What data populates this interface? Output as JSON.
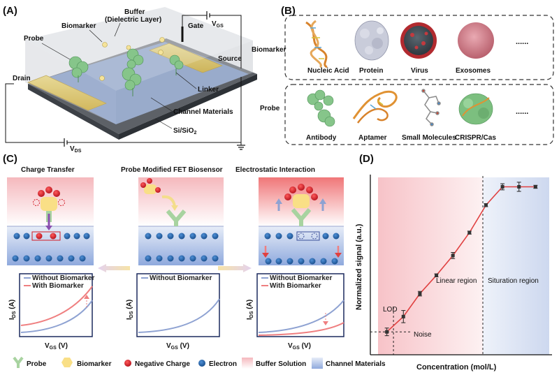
{
  "panel_labels": {
    "a": "(A)",
    "b": "(B)",
    "c": "(C)",
    "d": "(D)"
  },
  "panel_a": {
    "buffer_line1": "Buffer",
    "buffer_line2": "(Dielectric Layer)",
    "gate": "Gate",
    "vgs": "V",
    "vgs_sub": "GS",
    "biomarker": "Biomarker",
    "probe": "Probe",
    "source": "Source",
    "drain": "Drain",
    "linker": "Linker",
    "channel": "Channel Materials",
    "substrate": "Si/SiO",
    "substrate_sub": "2",
    "vds": "V",
    "vds_sub": "DS"
  },
  "panel_b": {
    "biomarker_label": "Biomarker",
    "probe_label": "Probe",
    "biomarkers": [
      "Nucleic Acid",
      "Protein",
      "Virus",
      "Exosomes"
    ],
    "probes": [
      "Antibody",
      "Aptamer",
      "Small Molecules",
      "CRISPR/Cas"
    ],
    "more": "......"
  },
  "panel_c": {
    "titles": [
      "Charge Transfer",
      "Probe Modified FET Biosensor",
      "Electrostatic Interaction"
    ],
    "without": "Without Biomarker",
    "with": "With Biomarker",
    "ylabel": "I",
    "ylabel_sub": "DS",
    "ylabel_unit": "(A)",
    "xlabel": "V",
    "xlabel_sub": "GS",
    "xlabel_unit": "(V)",
    "legend": [
      "Probe",
      "Biomarker",
      "Negative Charge",
      "Electron",
      "Buffer Solution",
      "Channel Materials"
    ],
    "colors": {
      "without": "#8ea2d2",
      "with": "#ef7f80",
      "negative": "#d11b25",
      "electron": "#1f5fa5"
    }
  },
  "chart_data": {
    "type": "line",
    "xlabel": "Concentration (mol/L)",
    "ylabel": "Normalized signal (a.u.)",
    "annotations": [
      "LOD",
      "Noise",
      "Linear region",
      "Situration region"
    ],
    "series": [
      {
        "x": [
          1,
          2,
          3,
          4,
          5,
          6,
          7,
          8,
          9,
          10
        ],
        "y": [
          0.05,
          0.15,
          0.3,
          0.42,
          0.55,
          0.7,
          0.88,
          1.0,
          1.0,
          1.0
        ],
        "err": [
          0.025,
          0.04,
          0.015,
          0.01,
          0.02,
          0.01,
          0.01,
          0.02,
          0.03,
          0.01
        ]
      }
    ],
    "noise_level": 0.05,
    "lod_x": 1.4,
    "saturation_x": 8,
    "line_color": "#e04040",
    "xlim": [
      0,
      11
    ],
    "ylim": [
      -0.1,
      1.08
    ]
  }
}
